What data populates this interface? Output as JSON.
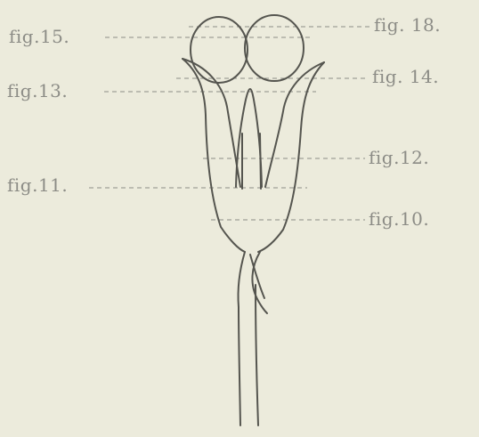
{
  "labels": {
    "fig15": "fig.15.",
    "fig18": "fig. 18.",
    "fig13": "fig.13.",
    "fig14": "fig. 14.",
    "fig12": "fig.12.",
    "fig11": "fig.11.",
    "fig10": "fig.10."
  },
  "colors": {
    "background": "#ecebdc",
    "ink": "#55554f",
    "label": "#8c8c86",
    "leader": "#8c8c86"
  }
}
